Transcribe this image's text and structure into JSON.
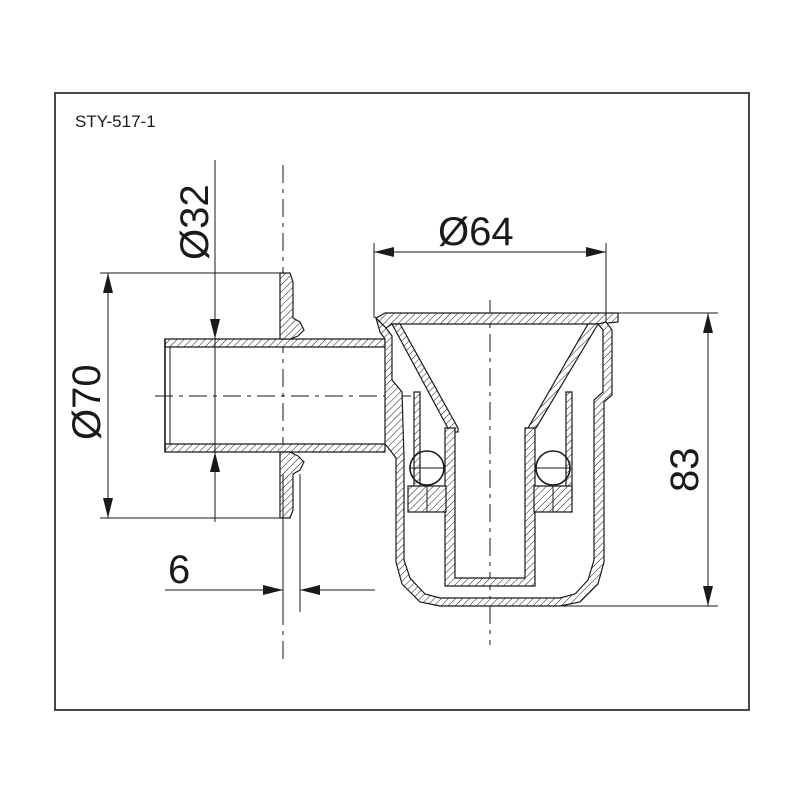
{
  "model_code": "STY-517-1",
  "dimensions": {
    "pipe_diameter": "Ø32",
    "flange_diameter": "Ø70",
    "cup_diameter": "Ø64",
    "height": "83",
    "flange_thickness": "6"
  },
  "colors": {
    "line": "#1a1a1a",
    "background": "#ffffff"
  }
}
